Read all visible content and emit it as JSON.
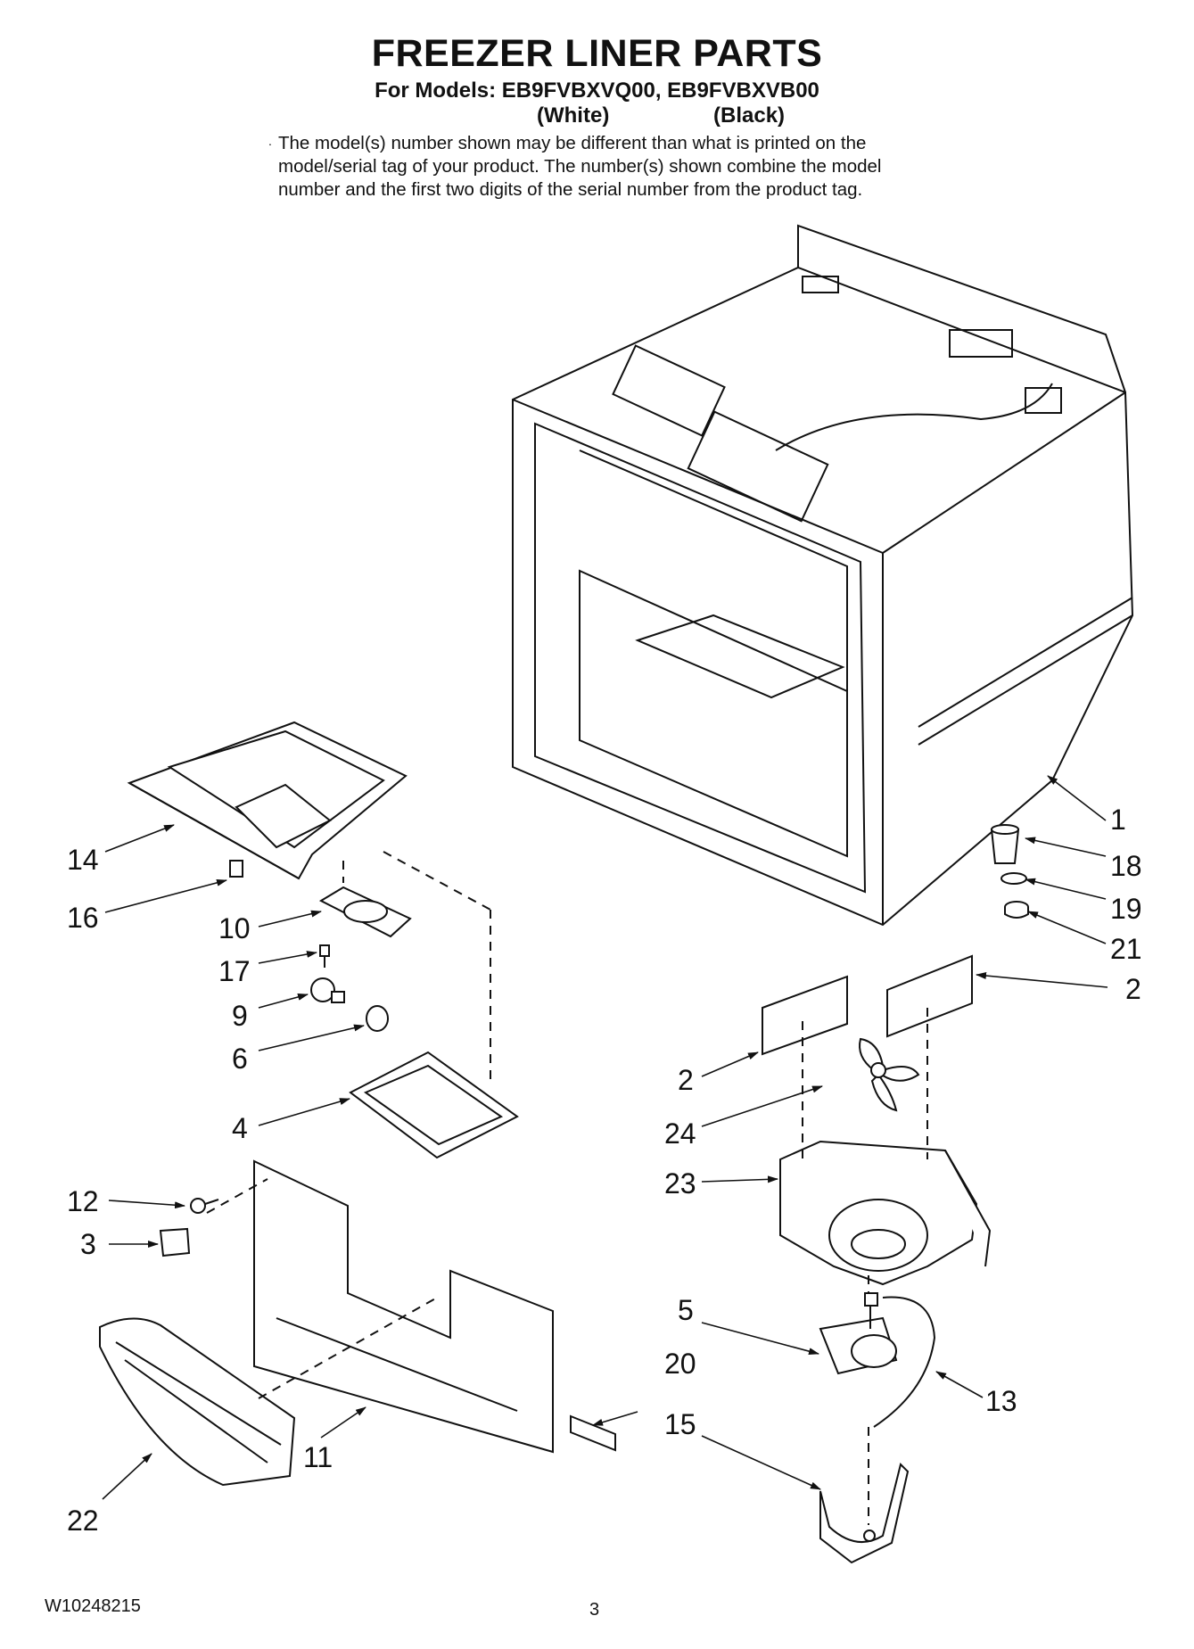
{
  "header": {
    "title": "FREEZER LINER PARTS",
    "models_line": "For Models: EB9FVBXVQ00, EB9FVBXVB00",
    "color_1": "(White)",
    "color_2": "(Black)",
    "note": [
      "The model(s) number shown may be different than what is printed on the",
      "model/serial tag of your product. The number(s) shown combine the model",
      "number and the first two digits of the serial number from the product tag."
    ]
  },
  "callouts": [
    "1",
    "18",
    "19",
    "21",
    "2",
    "2",
    "24",
    "23",
    "5",
    "13",
    "20",
    "15",
    "14",
    "16",
    "10",
    "17",
    "9",
    "6",
    "4",
    "12",
    "3",
    "11",
    "22"
  ],
  "footer": {
    "doc_number": "W10248215",
    "page_number": "3"
  }
}
